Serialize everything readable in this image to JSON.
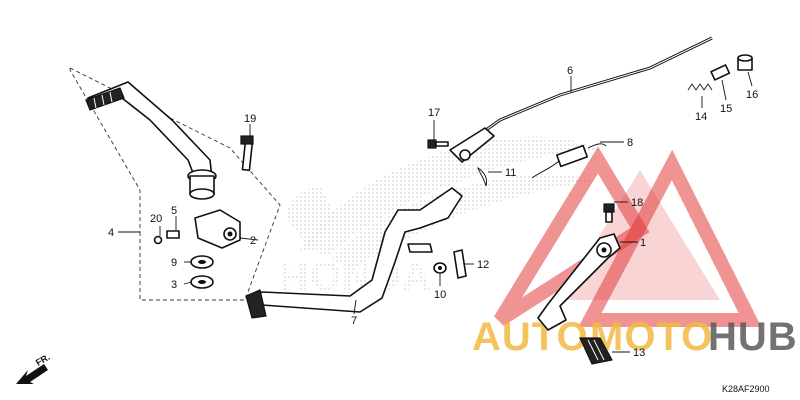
{
  "diagram": {
    "code": "K28AF2900",
    "direction_label": "FR.",
    "part_numbers": [
      "1",
      "2",
      "3",
      "4",
      "5",
      "6",
      "7",
      "8",
      "9",
      "10",
      "11",
      "12",
      "13",
      "14",
      "15",
      "16",
      "17",
      "18",
      "19",
      "20"
    ]
  },
  "watermarks": {
    "brand_text": "HONDA",
    "logo_text_auto": "AUTO",
    "logo_text_moto": "MOTO",
    "logo_text_hub": "HUB",
    "logo_colors": {
      "auto": "#f4b942",
      "moto": "#f4b942",
      "hub": "#5a5a5a",
      "triangle": "#e23b3b"
    }
  }
}
